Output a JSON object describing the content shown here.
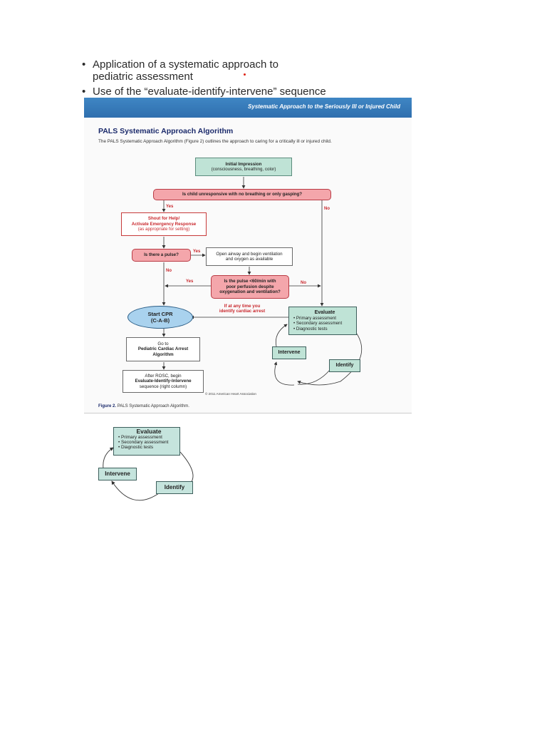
{
  "bullets": [
    "Application of a systematic approach to pediatric assessment",
    "Use of the “evaluate-identify-intervene” sequence"
  ],
  "bullet_glyph": "•",
  "figure": {
    "banner": "Systematic Approach to the Seriously Ill or Injured Child",
    "title": "PALS Systematic Approach Algorithm",
    "intro": "The PALS Systematic Approach Algorithm (Figure 2) outlines the approach to caring for a critically ill or injured child.",
    "initial_impression": {
      "title": "Initial Impression",
      "sub": "(consciousness, breathing, color)"
    },
    "q_unresponsive": "Is child unresponsive with no breathing or only gasping?",
    "shout": {
      "line1": "Shout for Help/",
      "line2": "Activate Emergency Response",
      "sub": "(as appropriate for setting)"
    },
    "q_pulse": "Is there a pulse?",
    "open_airway": {
      "line1": "Open airway and begin ventilation",
      "line2": "and oxygen as available"
    },
    "q_pulse60": {
      "line1": "Is the pulse <60/min with",
      "line2": "poor perfusion despite",
      "line3": "oxygenation and ventilation?"
    },
    "start_cpr": {
      "line1": "Start CPR",
      "line2": "(C-A-B)"
    },
    "at_any_time": {
      "line1": "If at any time you",
      "line2": "identify cardiac arrest"
    },
    "evaluate": {
      "title": "Evaluate",
      "items": [
        "Primary assessment",
        "Secondary assessment",
        "Diagnostic tests"
      ]
    },
    "intervene": "Intervene",
    "identify": "Identify",
    "goto": {
      "line1": "Go to",
      "line2": "Pediatric Cardiac Arrest",
      "line3": "Algorithm"
    },
    "after_rosc": {
      "line1": "After ROSC, begin",
      "line2": "Evaluate-Identify-Intervene",
      "line3": "sequence (right column)"
    },
    "labels": {
      "yes": "Yes",
      "no": "No",
      "no_alt": "No"
    },
    "copyright": "© 2011 American Heart Association",
    "caption_label": "Figure 2.",
    "caption_text": "PALS Systematic Approach Algorithm."
  },
  "cycle": {
    "evaluate": {
      "title": "Evaluate",
      "items": [
        "Primary assessment",
        "Secondary assessment",
        "Diagnostic tests"
      ]
    },
    "intervene": "Intervene",
    "identify": "Identify"
  }
}
